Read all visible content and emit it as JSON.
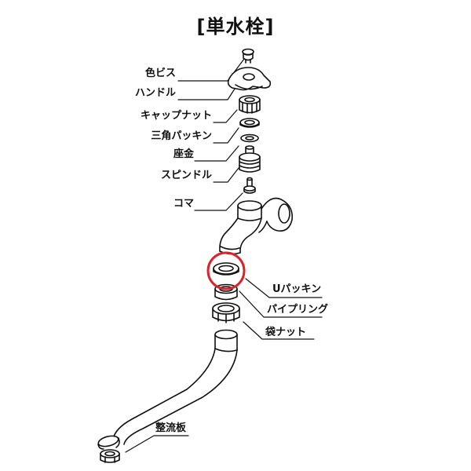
{
  "title": "[単水栓]",
  "parts": {
    "color_screw": "色ビス",
    "handle": "ハンドル",
    "cap_nut": "キャップナット",
    "triangle_packing": "三角パッキン",
    "washer": "座金",
    "spindle": "スピンドル",
    "koma": "コマ",
    "u_packing": "Uパッキン",
    "pipe_ring": "パイプリング",
    "bag_nut": "袋ナット",
    "rectifier": "整流板"
  },
  "highlight": {
    "part": "u_packing",
    "color": "#d6252b"
  }
}
